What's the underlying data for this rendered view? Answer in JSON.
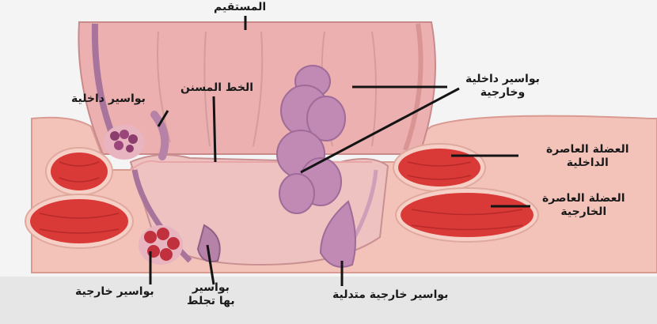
{
  "labels": {
    "rectum": "المستقيم",
    "dentate_line": "الخط المسنن",
    "internal_hemorrhoids": "بواسير داخلية",
    "internal_external_line1": "بواسير داخلية",
    "internal_external_line2": "وخارجية",
    "internal_sphincter_line1": "العضلة العاصرة",
    "internal_sphincter_line2": "الداخلية",
    "external_sphincter_line1": "العضلة العاصرة",
    "external_sphincter_line2": "الخارجية",
    "external_hemorrhoids": "بواسير خارجية",
    "thrombosed_line1": "بواسير",
    "thrombosed_line2": "بها تجلط",
    "prolapsed_external": "بواسير خارجية متدلية"
  },
  "colors": {
    "background": "#f4f4f4",
    "skin": "#f3c3ba",
    "mucosa": "#ecb0b0",
    "vessel": "#b682a7",
    "muscle": "#d93a37",
    "muscle_outline": "#f5c2b4",
    "leader_line": "#141414"
  }
}
